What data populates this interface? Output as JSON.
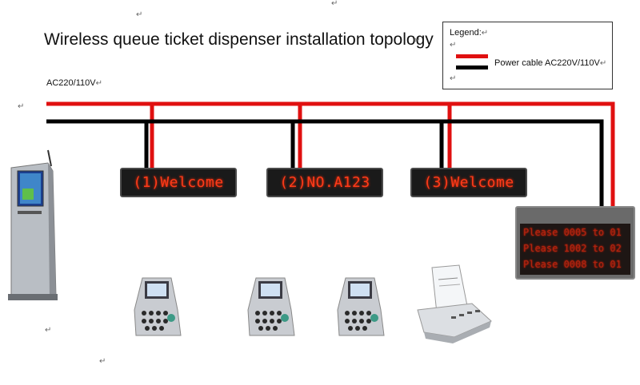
{
  "title": "Wireless queue ticket dispenser installation topology",
  "supply_label": "AC220/110V",
  "legend": {
    "title": "Legend:",
    "entry": "Power cable AC220V/110V"
  },
  "displays": [
    {
      "text": "(1)Welcome"
    },
    {
      "text": "(2)NO.A123"
    },
    {
      "text": "(3)Welcome"
    }
  ],
  "main_display": {
    "rows": [
      {
        "text": "Please 0005 to  01"
      },
      {
        "text": "Please 1002 to  02"
      },
      {
        "text": "Please 0008 to  01"
      }
    ]
  },
  "colors": {
    "power_live": "#e01010",
    "power_neutral": "#000000",
    "led_text": "#ff3b1a"
  }
}
